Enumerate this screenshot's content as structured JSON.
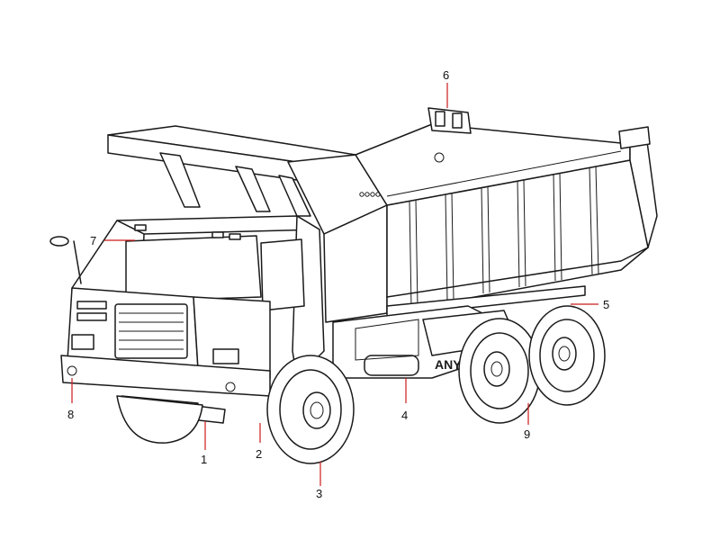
{
  "figure": {
    "body_logo": "ANY"
  },
  "callouts": [
    {
      "id": "1",
      "label": "1"
    },
    {
      "id": "2",
      "label": "2"
    },
    {
      "id": "3",
      "label": "3"
    },
    {
      "id": "4",
      "label": "4"
    },
    {
      "id": "5",
      "label": "5"
    },
    {
      "id": "6",
      "label": "6"
    },
    {
      "id": "7",
      "label": "7"
    },
    {
      "id": "8",
      "label": "8"
    },
    {
      "id": "9",
      "label": "9"
    }
  ],
  "colors": {
    "leader": "#cc1a1a",
    "outline": "#1a1a1a",
    "background": "#ffffff"
  }
}
